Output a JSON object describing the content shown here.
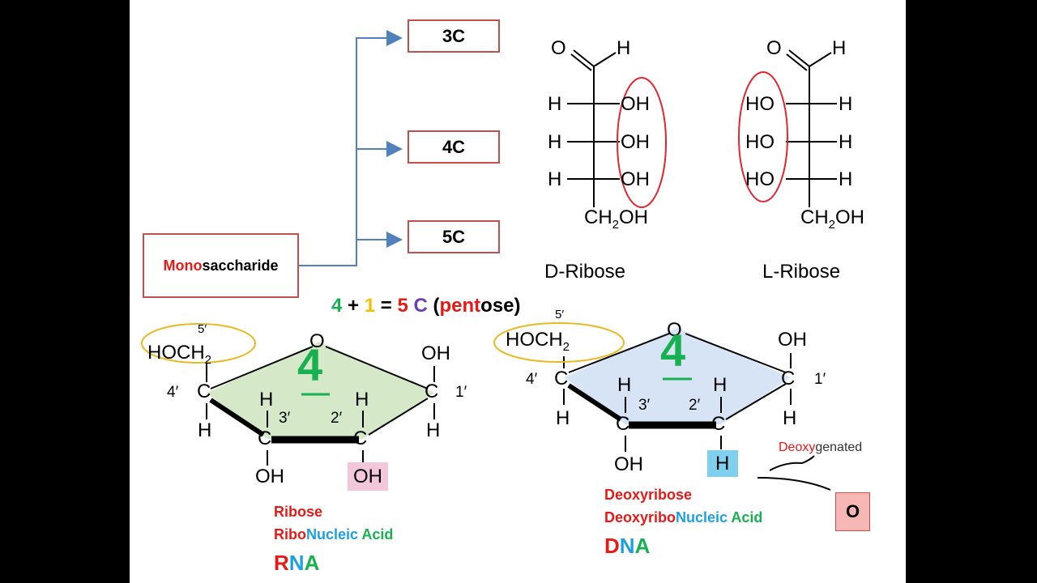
{
  "classification": {
    "root_prefix": "Mono",
    "root_suffix": "saccharide",
    "branches": [
      "3C",
      "4C",
      "5C"
    ]
  },
  "fischer": {
    "d_ribose": {
      "label": "D-Ribose",
      "top_o": "O",
      "top_h": "H",
      "rows": [
        {
          "left": "H",
          "right": "OH"
        },
        {
          "left": "H",
          "right": "OH"
        },
        {
          "left": "H",
          "right": "OH"
        }
      ],
      "bottom": {
        "main": "CH",
        "sub": "2",
        "tail": "OH"
      }
    },
    "l_ribose": {
      "label": "L-Ribose",
      "top_o": "O",
      "top_h": "H",
      "rows": [
        {
          "left": "HO",
          "right": "H"
        },
        {
          "left": "HO",
          "right": "H"
        },
        {
          "left": "HO",
          "right": "H"
        }
      ],
      "bottom": {
        "main": "CH",
        "sub": "2",
        "tail": "OH"
      }
    }
  },
  "equation": {
    "n1": "4",
    "plus": "+",
    "n2": "1",
    "eq": "=",
    "n3": "5",
    "c": "C",
    "paren_open": "(",
    "pent": "pent",
    "ose": "ose",
    "paren_close": ")"
  },
  "ribose_ring": {
    "ring_o": "O",
    "center_number": "4",
    "label_5p": "5′",
    "hoch2_main": "HOCH",
    "hoch2_sub": "2",
    "label_4p": "4′",
    "label_1p": "1′",
    "label_3p": "3′",
    "label_2p": "2′",
    "c4": "C",
    "c1": "C",
    "c3": "C",
    "c2": "C",
    "h_c4": "H",
    "oh_c1": "OH",
    "h_c1": "H",
    "h_c3": "H",
    "h_c2": "H",
    "oh_c3": "OH",
    "oh_c2": "OH",
    "name": "Ribose",
    "acid_prefix": "Ribo",
    "acid_nucleic": "Nucleic",
    "acid_word": "Acid",
    "abbr_r": "R",
    "abbr_n": "N",
    "abbr_a": "A"
  },
  "deoxy_ring": {
    "ring_o": "O",
    "center_number": "4",
    "label_5p": "5′",
    "hoch2_main": "HOCH",
    "hoch2_sub": "2",
    "label_4p": "4′",
    "label_1p": "1′",
    "label_3p": "3′",
    "label_2p": "2′",
    "c4": "C",
    "c1": "C",
    "c3": "C",
    "c2": "C",
    "h_c4": "H",
    "oh_c1": "OH",
    "h_c1": "H",
    "h_c3": "H",
    "h_c2": "H",
    "oh_c3": "OH",
    "h_c2_down": "H",
    "name": "Deoxyribose",
    "acid_prefix": "Deoxyribo",
    "acid_nucleic": "Nucleic",
    "acid_word": "Acid",
    "abbr_d": "D",
    "abbr_n": "N",
    "abbr_a": "A",
    "deoxy_prefix": "Deoxy",
    "deoxy_suffix": "genated",
    "removed_o": "O"
  },
  "colors": {
    "box_border": "#c0504d",
    "arrow": "#4f81bd",
    "ellipse_red": "#e0262f",
    "ellipse_gold": "#e8b923",
    "ribose_fill": "#d5e8c8",
    "deoxy_fill": "#d6e4f5",
    "oh_highlight": "#f4c6da",
    "h_highlight": "#7fd0ee",
    "o_box": "#f6b7b5"
  }
}
